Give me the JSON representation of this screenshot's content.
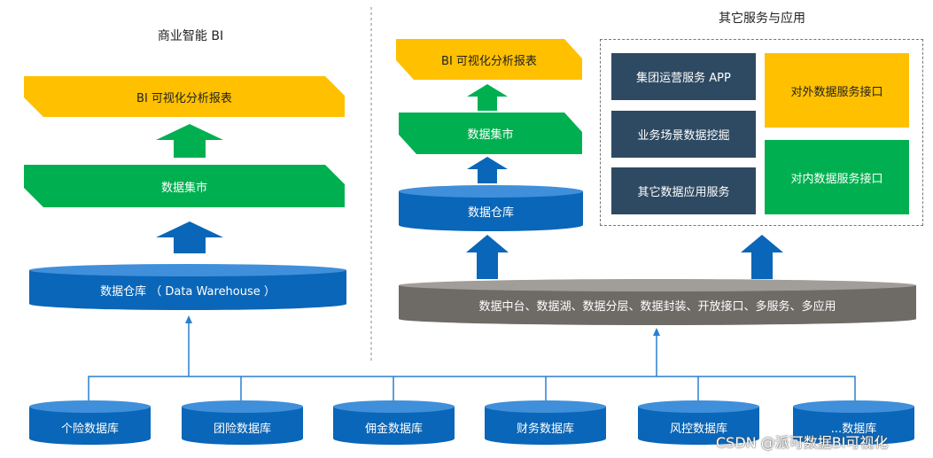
{
  "left": {
    "title": "商业智能 BI",
    "report": "BI 可视化分析报表",
    "mart": "数据集市",
    "warehouse": "数据仓库 （ Data Warehouse ）"
  },
  "right": {
    "title": "其它服务与应用",
    "report": "BI 可视化分析报表",
    "mart": "数据集市",
    "warehouse": "数据仓库",
    "platform": "数据中台、数据湖、数据分层、数据封装、开放接口、多服务、多应用",
    "services": [
      "集团运营服务 APP",
      "业务场景数据挖掘",
      "其它数据应用服务"
    ],
    "external_api": "对外数据服务接口",
    "internal_api": "对内数据服务接口"
  },
  "sources": [
    "个险数据库",
    "团险数据库",
    "佣金数据库",
    "财务数据库",
    "风控数据库",
    "...数据库"
  ],
  "watermark": "CSDN @派可数据BI可视化",
  "colors": {
    "yellow": "#ffc000",
    "green": "#00b050",
    "blue": "#0a66b8",
    "navy": "#2e4a62",
    "gray": "#6e6a66"
  }
}
